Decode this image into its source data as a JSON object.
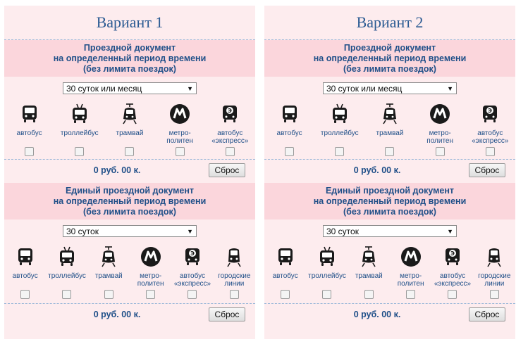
{
  "variants": [
    {
      "title": "Вариант 1",
      "cards": [
        {
          "head": [
            "Проездной документ",
            "на определенный период времени",
            "(без лимита поездок)"
          ],
          "select": "30 суток или месяц",
          "modes": [
            {
              "icon": "bus-icon",
              "label": [
                "автобус"
              ]
            },
            {
              "icon": "trolleybus-icon",
              "label": [
                "троллейбус"
              ]
            },
            {
              "icon": "tram-icon",
              "label": [
                "трамвай"
              ]
            },
            {
              "icon": "metro-icon",
              "label": [
                "метро-",
                "политен"
              ]
            },
            {
              "icon": "express-bus-icon",
              "label": [
                "автобус",
                "«экспресс»"
              ]
            }
          ],
          "price": "0 руб. 00 к.",
          "reset": "Сброс"
        },
        {
          "head": [
            "Единый проездной документ",
            "на определенный период времени",
            "(без лимита поездок)"
          ],
          "select": "30 суток",
          "modes": [
            {
              "icon": "bus-icon",
              "label": [
                "автобус"
              ]
            },
            {
              "icon": "trolleybus-icon",
              "label": [
                "троллейбус"
              ]
            },
            {
              "icon": "tram-icon",
              "label": [
                "трамвай"
              ]
            },
            {
              "icon": "metro-icon",
              "label": [
                "метро-",
                "политен"
              ]
            },
            {
              "icon": "express-bus-icon",
              "label": [
                "автобус",
                "«экспресс»"
              ]
            },
            {
              "icon": "train-icon",
              "label": [
                "городские",
                "линии"
              ]
            }
          ],
          "price": "0 руб. 00 к.",
          "reset": "Сброс"
        }
      ]
    },
    {
      "title": "Вариант 2",
      "cards": [
        {
          "head": [
            "Проездной документ",
            "на определенный период времени",
            "(без лимита поездок)"
          ],
          "select": "30 суток или месяц",
          "modes": [
            {
              "icon": "bus-icon",
              "label": [
                "автобус"
              ]
            },
            {
              "icon": "trolleybus-icon",
              "label": [
                "троллейбус"
              ]
            },
            {
              "icon": "tram-icon",
              "label": [
                "трамвай"
              ]
            },
            {
              "icon": "metro-icon",
              "label": [
                "метро-",
                "политен"
              ]
            },
            {
              "icon": "express-bus-icon",
              "label": [
                "автобус",
                "«экспресс»"
              ]
            }
          ],
          "price": "0 руб. 00 к.",
          "reset": "Сброс"
        },
        {
          "head": [
            "Единый проездной документ",
            "на определенный период времени",
            "(без лимита поездок)"
          ],
          "select": "30 суток",
          "modes": [
            {
              "icon": "bus-icon",
              "label": [
                "автобус"
              ]
            },
            {
              "icon": "trolleybus-icon",
              "label": [
                "троллейбус"
              ]
            },
            {
              "icon": "tram-icon",
              "label": [
                "трамвай"
              ]
            },
            {
              "icon": "metro-icon",
              "label": [
                "метро-",
                "политен"
              ]
            },
            {
              "icon": "express-bus-icon",
              "label": [
                "автобус",
                "«экспресс»"
              ]
            },
            {
              "icon": "train-icon",
              "label": [
                "городские",
                "линии"
              ]
            }
          ],
          "price": "0 руб. 00 к.",
          "reset": "Сброс"
        }
      ]
    }
  ],
  "colors": {
    "accent": "#1f4f88",
    "panel": "#fdecee",
    "header": "#fbd6dc"
  }
}
